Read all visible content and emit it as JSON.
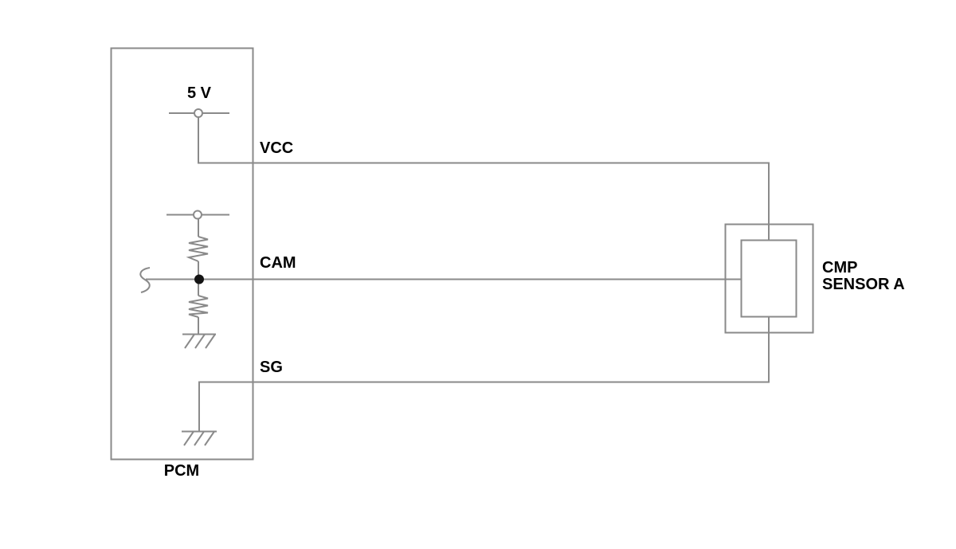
{
  "diagram": {
    "description": "Wiring schematic between PCM and CMP Sensor A",
    "pcm": {
      "label": "PCM"
    },
    "sensor": {
      "name_line1": "CMP",
      "name_line2": "SENSOR A"
    },
    "supply_label": "5 V",
    "signals": [
      {
        "id": "vcc",
        "label": "VCC"
      },
      {
        "id": "cam",
        "label": "CAM"
      },
      {
        "id": "sg",
        "label": "SG"
      }
    ],
    "colors": {
      "wire": "#8a8a8a",
      "text": "#000000",
      "junction": "#141414",
      "background": "#ffffff"
    }
  }
}
